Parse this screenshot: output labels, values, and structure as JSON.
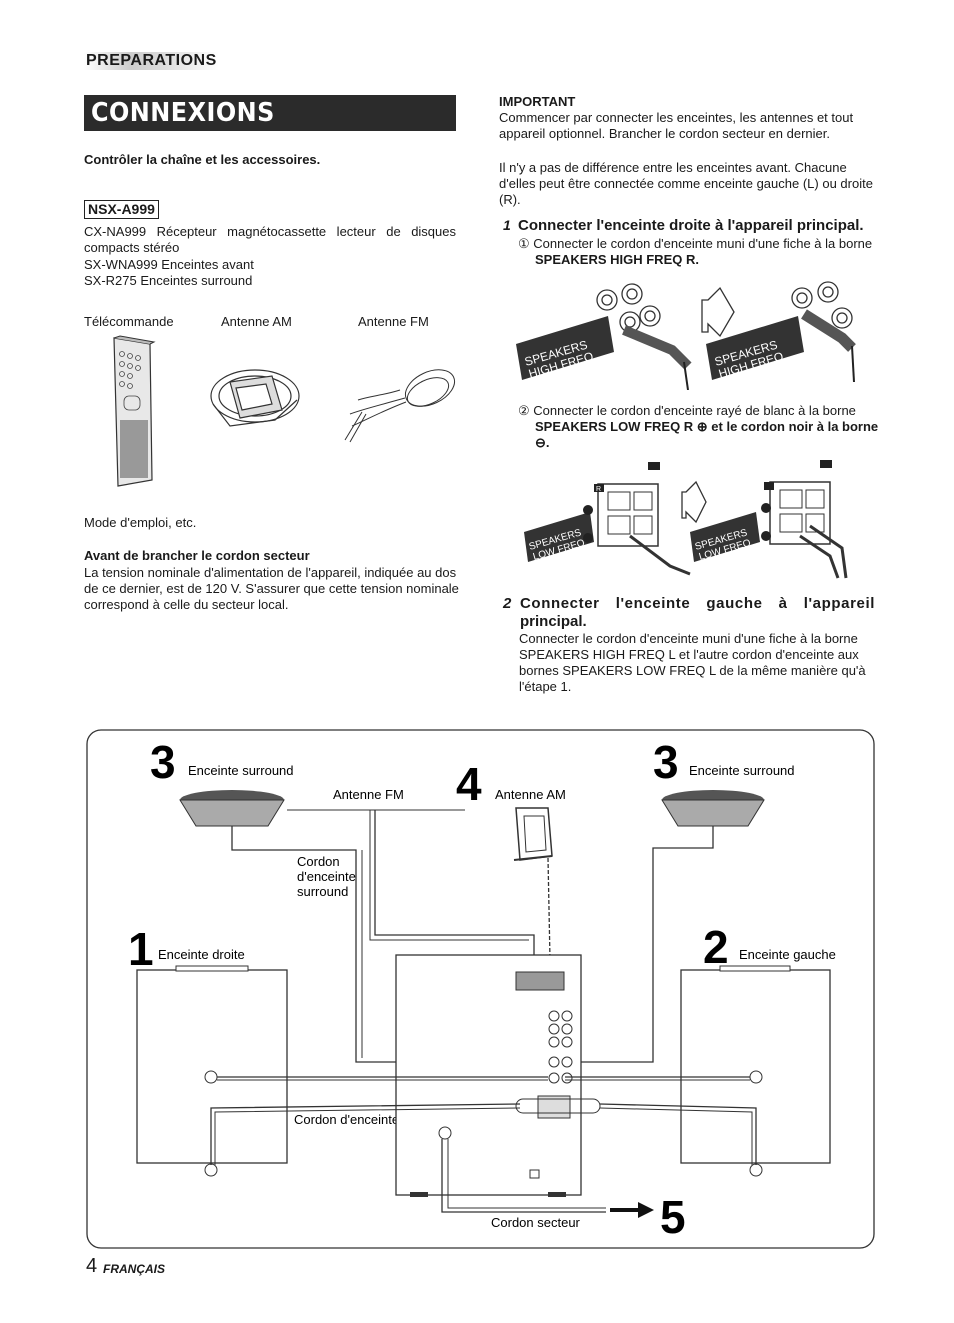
{
  "header": {
    "section": "PREPARATIONS",
    "title": "CONNEXIONS"
  },
  "left": {
    "check_heading": "Contrôler la chaîne et les accessoires.",
    "model": "NSX-A999",
    "items": [
      "CX-NA999 Récepteur magnétocassette lecteur de disques",
      "compacts stéréo",
      "SX-WNA999 Enceintes avant",
      "SX-R275 Enceintes surround"
    ],
    "accessories": [
      "Télécommande",
      "Antenne AM",
      "Antenne FM"
    ],
    "manual": "Mode d'emploi, etc.",
    "before_heading": "Avant de brancher le cordon secteur",
    "before_text": [
      "La tension nominale d'alimentation de l'appareil, indiquée au dos",
      "de ce dernier, est de 120 V. S'assurer que cette tension nominale",
      "correspond à celle du secteur local."
    ]
  },
  "right": {
    "important_heading": "IMPORTANT",
    "important_lines": [
      "Commencer par connecter les enceintes, les antennes et tout",
      "appareil optionnel. Brancher le cordon secteur en dernier."
    ],
    "note_lines": [
      "Il n'y a pas de différence entre les enceintes avant. Chacune",
      "d'elles peut être connectée comme enceinte gauche (L) ou droite",
      "(R)."
    ],
    "step1_num": "1",
    "step1_title": "Connecter l'enceinte droite à l'appareil principal.",
    "step1_a_lines": [
      "① Connecter le cordon d'enceinte muni d'une fiche à la borne",
      "SPEAKERS HIGH FREQ R."
    ],
    "step1_b_lines": [
      "② Connecter le cordon d'enceinte rayé de blanc à la borne",
      "SPEAKERS LOW FREQ R ⊕ et le cordon noir à la borne",
      "⊖."
    ],
    "step2_num": "2",
    "step2_title_lines": [
      "Connecter l'enceinte gauche à l'appareil",
      "principal."
    ],
    "step2_lines": [
      "Connecter le cordon d'enceinte muni d'une fiche à la borne",
      "SPEAKERS HIGH FREQ L et l'autre cordon d'enceinte aux",
      "bornes SPEAKERS LOW FREQ L de la même manière qu'à",
      "l'étape 1."
    ],
    "plate_high": [
      "SPEAKERS",
      "HIGH FREQ"
    ],
    "plate_low": [
      "SPEAKERS",
      "LOW FREQ"
    ],
    "terminal_tag": "R"
  },
  "diagram": {
    "surround_left_num": "3",
    "surround_left_label": "Enceinte surround",
    "surround_right_num": "3",
    "surround_right_label": "Enceinte surround",
    "fm_label": "Antenne FM",
    "am_num": "4",
    "am_label": "Antenne AM",
    "surround_cord_lines": [
      "Cordon",
      "d'enceinte",
      "surround"
    ],
    "right_spk_num": "1",
    "right_spk_label": "Enceinte droite",
    "left_spk_num": "2",
    "left_spk_label": "Enceinte gauche",
    "cord_label": "Cordon d'enceinte",
    "power_label": "Cordon secteur",
    "power_step": "5"
  },
  "footer": {
    "page_num": "4",
    "language": "FRANÇAIS"
  }
}
